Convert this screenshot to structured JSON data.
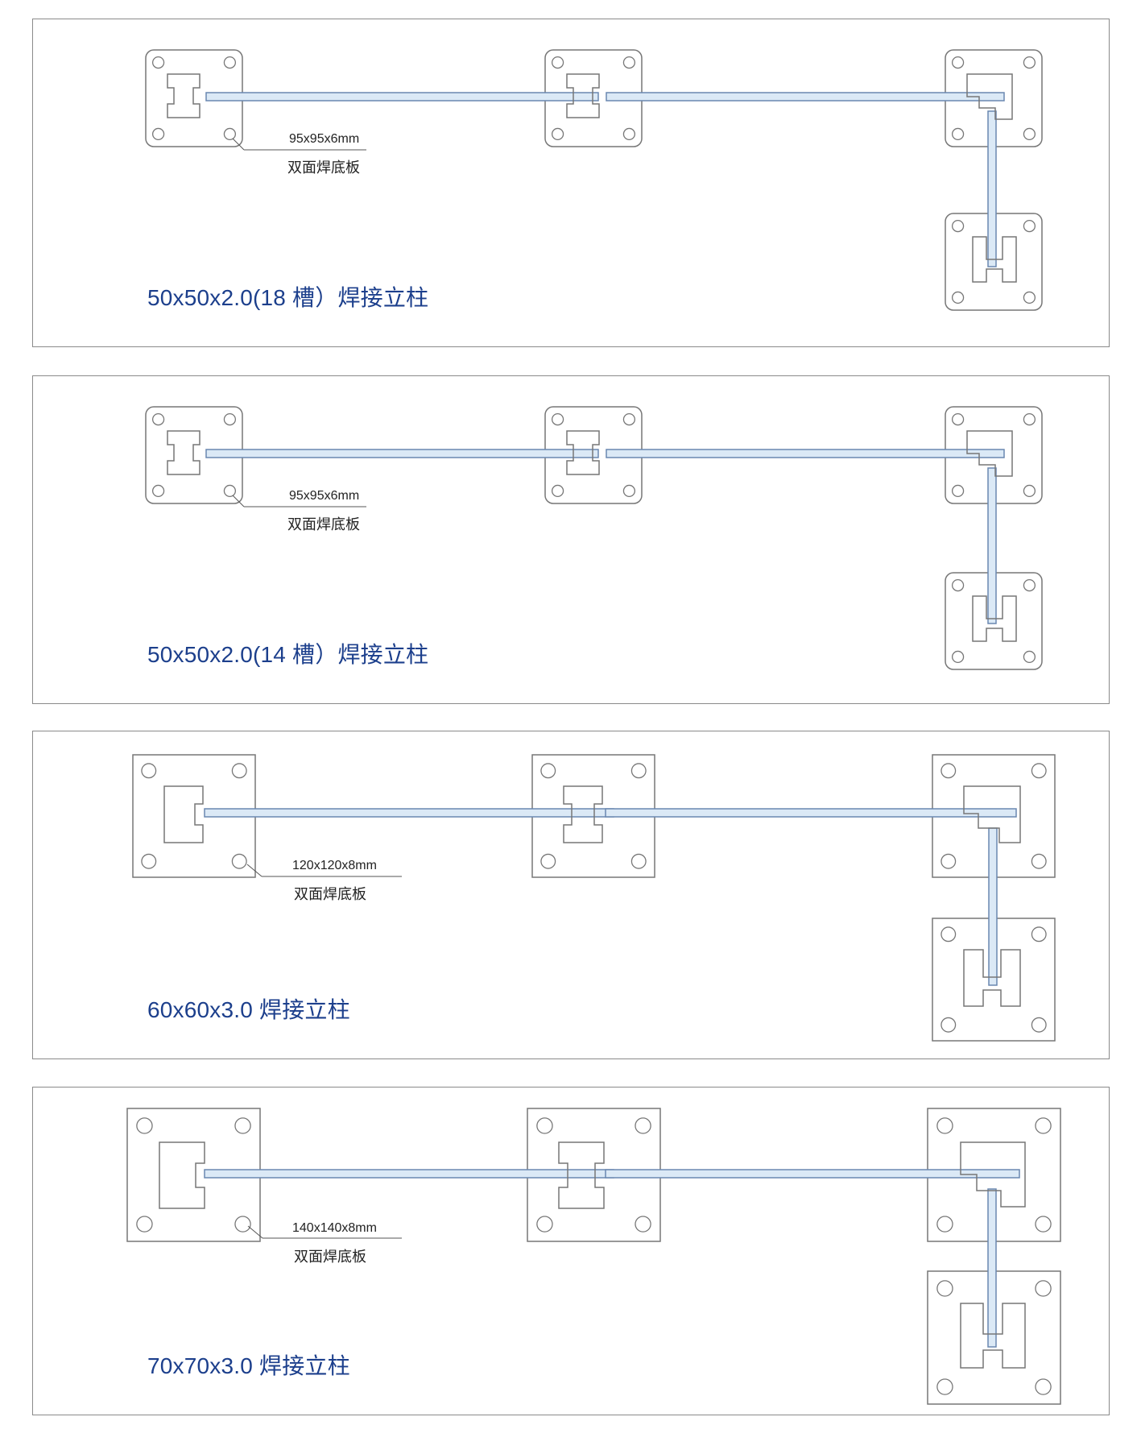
{
  "colors": {
    "border": "#8a8a8a",
    "title": "#1c3f8c",
    "glass_fill": "#dbe9f6",
    "glass_stroke": "#6a87b0",
    "line": "#777777"
  },
  "panels": [
    {
      "title": "50x50x2.0(18 槽）焊接立柱",
      "spec": "95x95x6mm",
      "desc": "双面焊底板"
    },
    {
      "title": "50x50x2.0(14 槽）焊接立柱",
      "spec": "95x95x6mm",
      "desc": "双面焊底板"
    },
    {
      "title": "60x60x3.0 焊接立柱",
      "spec": "120x120x8mm",
      "desc": "双面焊底板"
    },
    {
      "title": "70x70x3.0 焊接立柱",
      "spec": "140x140x8mm",
      "desc": "双面焊底板"
    }
  ]
}
